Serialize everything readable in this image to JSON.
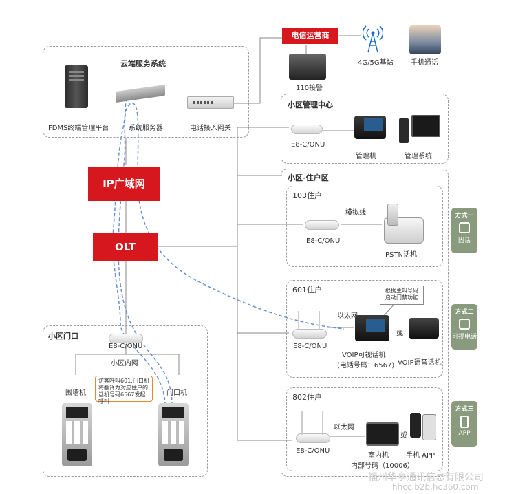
{
  "cloud": {
    "title": "云端服务系统",
    "fdms": "FDMS终端管理平台",
    "server": "系统服务器",
    "gateway": "电话接入网关"
  },
  "telecom": {
    "title": "电信运营商",
    "base_station": "4G/5G基站",
    "mobile": "手机通话",
    "police": "110接警"
  },
  "network": {
    "ip_wan": "IP广域网",
    "olt": "OLT"
  },
  "mgmt_center": {
    "title": "小区管理中心",
    "onu": "E8-C/ONU",
    "manager": "管理机",
    "system": "管理系统"
  },
  "residential": {
    "title": "小区-住户区"
  },
  "unit103": {
    "title": "103住户",
    "analog": "模拟线",
    "onu": "E8-C/ONU",
    "pstn": "PSTN话机"
  },
  "unit601": {
    "title": "601住户",
    "ethernet": "以太网",
    "bubble": "根据主叫号码\n启动门禁功能",
    "onu": "E8-C/ONU",
    "voip_video": "VOIP可视话机",
    "phone_no": "(电话号码：6567)",
    "or": "或",
    "voip_audio": "VOIP语音话机"
  },
  "unit802": {
    "title": "802住户",
    "ethernet": "以太网",
    "onu": "E8-C/ONU",
    "indoor": "室内机",
    "internal_no": "内部号码（10006）",
    "or": "或",
    "mobile_app": "手机 APP"
  },
  "gate": {
    "title": "小区门口",
    "onu": "E8-C/ONU",
    "lan": "小区内网",
    "wall": "围墙机",
    "door": "门口机",
    "bubble": "访客呼叫601:门口机将翻译为对应住户的话机号码6567发起呼叫"
  },
  "methods": [
    {
      "title": "方式一",
      "label": "固话"
    },
    {
      "title": "方式二",
      "label": "可视电话"
    },
    {
      "title": "方式三",
      "label": "APP"
    }
  ],
  "watermark": {
    "company": "福州华亭通讯信息有限公司",
    "url": "hhcc.b2b.hc360.com"
  },
  "colors": {
    "red": "#d6171e",
    "side": "#8a9a7c",
    "dash_blue": "#6b8fd6",
    "line": "#888888"
  }
}
